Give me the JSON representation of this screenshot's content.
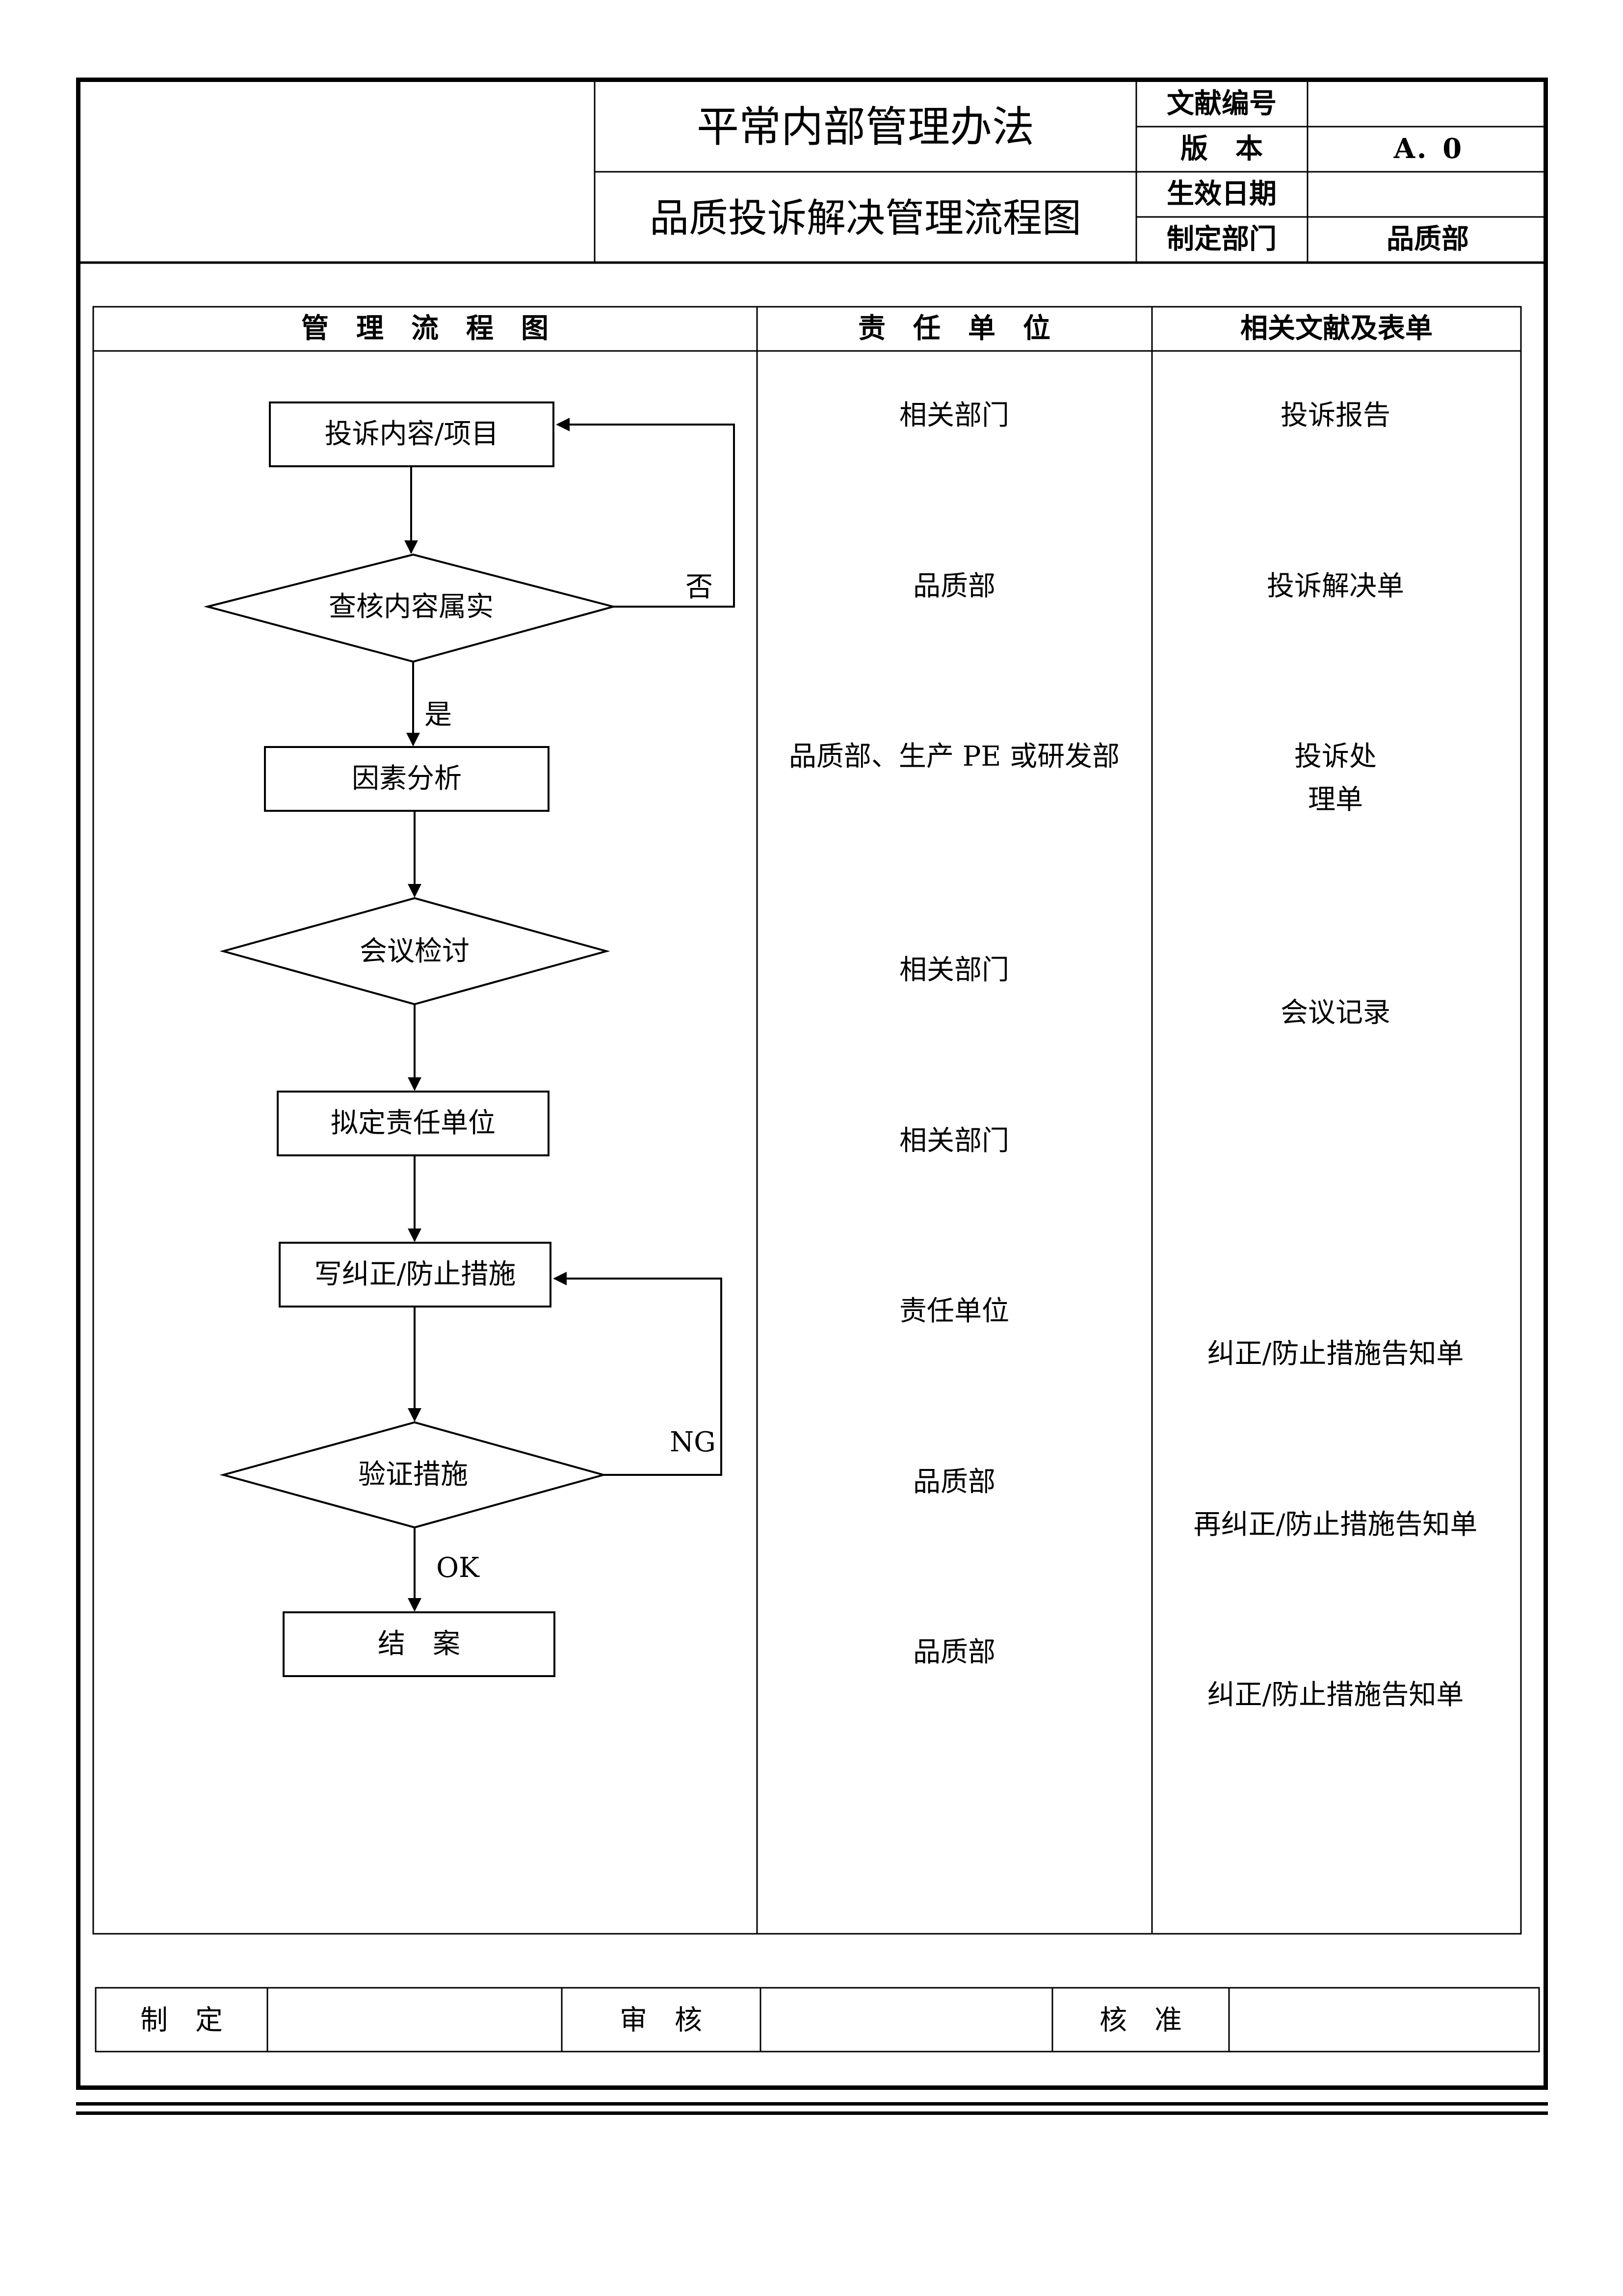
{
  "header": {
    "title": "平常内部管理办法",
    "subtitle": "品质投诉解决管理流程图",
    "meta": [
      {
        "label": "文献编号",
        "value": ""
      },
      {
        "label": "版　本",
        "value": "A．0"
      },
      {
        "label": "生效日期",
        "value": ""
      },
      {
        "label": "制定部门",
        "value": "品质部"
      }
    ]
  },
  "table": {
    "columns": [
      "管　理　流　程　图",
      "责　任　单　位",
      "相关文献及表单"
    ]
  },
  "flow": {
    "complaint": "投诉内容/项目",
    "verify_content": "查核内容属实",
    "no": "否",
    "yes": "是",
    "analysis": "因素分析",
    "meeting": "会议检讨",
    "assign": "拟定责任单位",
    "write_measures": "写纠正/防止措施",
    "verify_measures": "验证措施",
    "ng": "NG",
    "ok": "OK",
    "close": "结　案"
  },
  "responsibility": [
    "相关部门",
    "品质部",
    "品质部、生产 PE 或研发部",
    "相关部门",
    "相关部门",
    "责任单位",
    "品质部",
    "品质部"
  ],
  "documents": [
    {
      "line1": "投诉报告"
    },
    {
      "line1": "投诉解决单"
    },
    {
      "line1": "投诉处",
      "line2": "理单"
    },
    {
      "line1": "会议记录"
    },
    {
      "line1": "纠正/防止措施告知单"
    },
    {
      "line1": "再纠正/防止措施告知单"
    },
    {
      "line1": "纠正/防止措施告知单"
    }
  ],
  "signoff": {
    "prepare_label": "制　定",
    "prepare_value": "",
    "review_label": "审　核",
    "review_value": "",
    "approve_label": "核　准",
    "approve_value": ""
  }
}
